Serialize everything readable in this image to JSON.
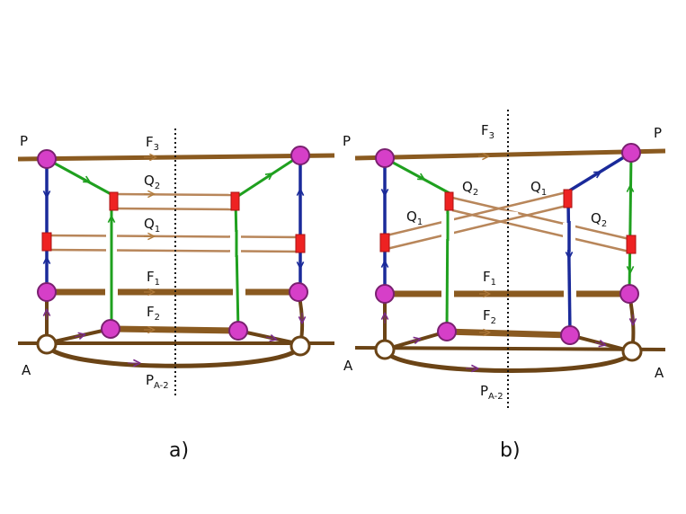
{
  "colors": {
    "brown_thick": "#8a5a20",
    "brown_thin": "#b8865a",
    "brown_dark": "#6b4416",
    "blue": "#1a2a9a",
    "green": "#1fa01f",
    "vertex_fill": "#d63fc8",
    "vertex_stroke": "#7a2070",
    "box_fill": "#ee2222",
    "purple_arrow": "#7a2a8a"
  },
  "diagram_a": {
    "caption": "a)",
    "label_P": "P",
    "label_A": "A",
    "label_F3": "F",
    "sub_F3": "3",
    "label_Q2": "Q",
    "sub_Q2": "2",
    "label_Q1": "Q",
    "sub_Q1": "1",
    "label_F1": "F",
    "sub_F1": "1",
    "label_F2": "F",
    "sub_F2": "2",
    "label_PA2": "P",
    "sub_PA2": "A-2"
  },
  "diagram_b": {
    "caption": "b)",
    "label_P_left": "P",
    "label_P_right": "P",
    "label_A_left": "A",
    "label_A_right": "A",
    "label_F3": "F",
    "sub_F3": "3",
    "label_Q2_left": "Q",
    "sub_Q2_left": "2",
    "label_Q1_right": "Q",
    "sub_Q1_right": "1",
    "label_Q1_left": "Q",
    "sub_Q1_left": "1",
    "label_Q2_right": "Q",
    "sub_Q2_right": "2",
    "label_F1": "F",
    "sub_F1": "1",
    "label_F2": "F",
    "sub_F2": "2",
    "label_PA2": "P",
    "sub_PA2": "A-2"
  }
}
